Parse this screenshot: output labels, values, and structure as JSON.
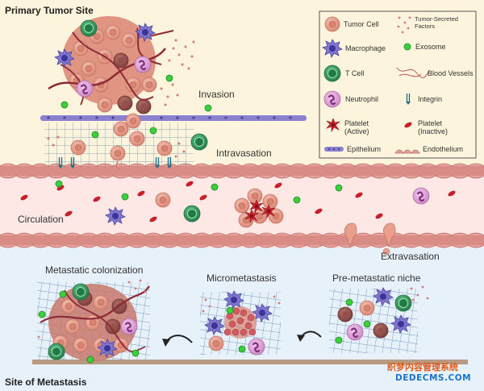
{
  "regions": {
    "primary_tumor": "Primary Tumor Site",
    "circulation": "Circulation",
    "metastasis_site": "Site of Metastasis"
  },
  "steps": {
    "invasion": "Invasion",
    "intravasation": "Intravasation",
    "extravasation": "Extravasation",
    "metastatic_colonization": "Metastatic colonization",
    "micrometastasis": "Micrometastasis",
    "pre_metastatic_niche": "Pre-metastatic niche"
  },
  "legend": {
    "tumor_cell": "Tumor Cell",
    "tumor_secreted_factors": "Tumor-Secreted Factors",
    "macrophage": "Macrophage",
    "exosome": "Exosome",
    "t_cell": "T Cell",
    "blood_vessels": "Blood Vessels",
    "neutrophil": "Neutrophil",
    "integrin": "Integrin",
    "platelet_active": "Platelet (Active)",
    "platelet_inactive": "Platelet (Inactive)",
    "epithelium": "Epithelium",
    "endothelium": "Endothelium"
  },
  "watermark": {
    "line1": "织梦内容管理系统",
    "line2": "DEDECMS.COM"
  },
  "colors": {
    "top_bg": "#fcf4dc",
    "vessel_bg": "#fde8e6",
    "bottom_bg": "#e6f1fa",
    "tumor": "#e8a08c",
    "tumor_dark": "#8c4a42",
    "macrophage": "#7067c4",
    "t_cell": "#2e9a5a",
    "neutrophil": "#d89ad2",
    "exosome": "#3ccf3c",
    "platelet_red": "#c8202a",
    "epithelium": "#7a6fc4",
    "endothelium": "#d98b86"
  }
}
